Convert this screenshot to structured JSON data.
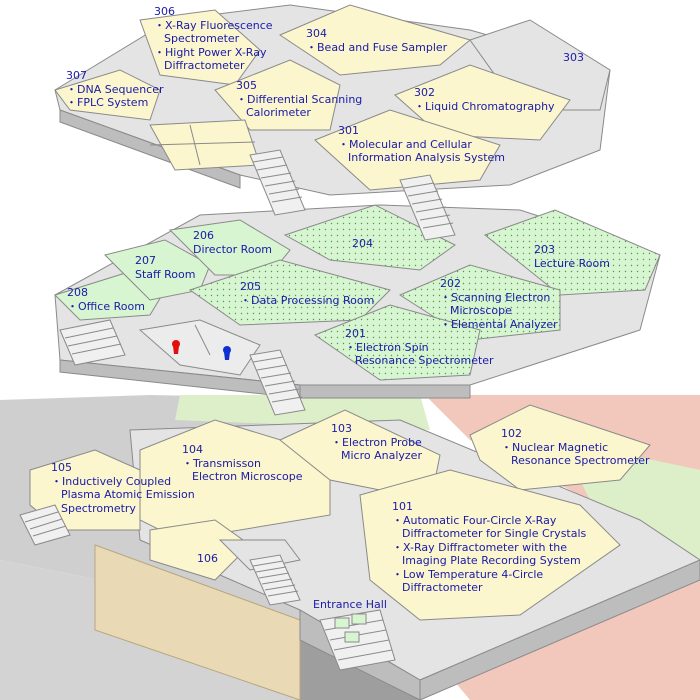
{
  "colors": {
    "yellow_room": "#fbf6cd",
    "green_room": "#d6f5d0",
    "corridor": "#e4e4e4",
    "wall": "#bdbdbd",
    "outline": "#7a7a7a",
    "label": "#1a1aa8",
    "ground_grey": "#cfcfcf",
    "ground_pink": "#f2c8bc",
    "ground_tan": "#e9d9b4",
    "ground_green": "#dcefc9",
    "marker_red": "#e01010",
    "marker_blue": "#1030d0"
  },
  "floor3": {
    "room306": {
      "number": "306",
      "items": [
        [
          "X-Ray Fluorescence",
          "Spectrometer"
        ],
        [
          "Hight Power X-Ray",
          "Diffractometer"
        ]
      ]
    },
    "room304": {
      "number": "304",
      "items": [
        [
          "Bead and Fuse Sampler"
        ]
      ]
    },
    "room303": {
      "number": "303"
    },
    "room307": {
      "number": "307",
      "items": [
        [
          "DNA Sequencer"
        ],
        [
          "FPLC System"
        ]
      ]
    },
    "room305": {
      "number": "305",
      "items": [
        [
          "Differential Scanning",
          "Calorimeter"
        ]
      ]
    },
    "room302": {
      "number": "302",
      "items": [
        [
          "Liquid Chromatography"
        ]
      ]
    },
    "room301": {
      "number": "301",
      "items": [
        [
          "Molecular and Cellular",
          "Information Analysis System"
        ]
      ]
    }
  },
  "floor2": {
    "room206": {
      "number": "206",
      "name": "Director Room"
    },
    "room204": {
      "number": "204"
    },
    "room207": {
      "number": "207",
      "name": "Staff Room"
    },
    "room203": {
      "number": "203",
      "name": "Lecture Room"
    },
    "room208": {
      "number": "208",
      "items": [
        [
          "Office Room"
        ]
      ]
    },
    "room205": {
      "number": "205",
      "items": [
        [
          "Data Processing Room"
        ]
      ]
    },
    "room202": {
      "number": "202",
      "items": [
        [
          "Scanning Electron",
          "Microscope"
        ],
        [
          "Elemental Analyzer"
        ]
      ]
    },
    "room201": {
      "number": "201",
      "items": [
        [
          "Electron Spin",
          "Resonance Spectrometer"
        ]
      ]
    }
  },
  "floor1": {
    "room103": {
      "number": "103",
      "items": [
        [
          "Electron Probe",
          "Micro Analyzer"
        ]
      ]
    },
    "room102": {
      "number": "102",
      "items": [
        [
          "Nuclear Magnetic",
          "Resonance Spectrometer"
        ]
      ]
    },
    "room104": {
      "number": "104",
      "items": [
        [
          "Transmisson",
          "Electron Microscope"
        ]
      ]
    },
    "room105": {
      "number": "105",
      "items": [
        [
          "Inductively Coupled",
          "Plasma Atomic Emission",
          "Spectrometry"
        ]
      ]
    },
    "room101": {
      "number": "101",
      "items": [
        [
          "Automatic Four-Circle X-Ray",
          "Diffractometer for Single Crystals"
        ],
        [
          "X-Ray Diffractometer with the",
          "Imaging Plate Recording System"
        ],
        [
          "Low Temperature 4-Circle",
          "Diffractometer"
        ]
      ]
    },
    "room106": {
      "number": "106"
    },
    "entrance": {
      "name": "Entrance Hall"
    }
  }
}
